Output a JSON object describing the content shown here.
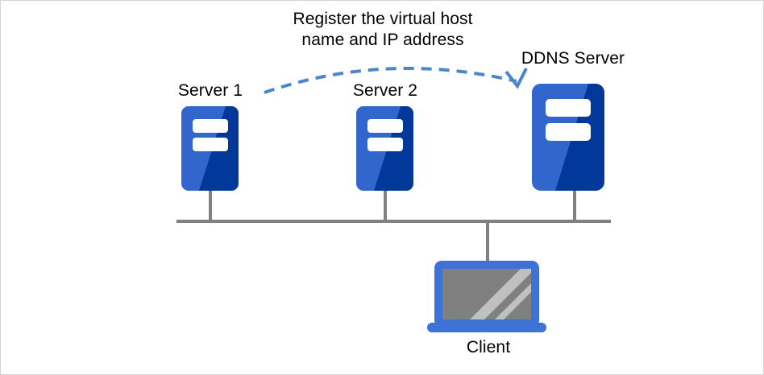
{
  "diagram": {
    "title": "DDNS virtual host registration network diagram",
    "background_color": "#ffffff",
    "border_color": "#d4d4d4",
    "annotation": {
      "line1": "Register the virtual host",
      "line2": "name and IP address",
      "text": "Register the virtual host\nname and IP address",
      "color": "#000000"
    },
    "arrow": {
      "name": "dashed-curved-arrow",
      "color": "#4a86c8",
      "style": "dashed",
      "direction": "left-to-right",
      "from": "Server 1",
      "to": "DDNS Server"
    },
    "bus": {
      "name": "network-bus-line",
      "color": "#808080"
    },
    "nodes": [
      {
        "id": "server-1",
        "label": "Server 1",
        "type": "server",
        "color_light": "#3366cc",
        "color_dark": "#03389b",
        "bar_color": "#ffffff"
      },
      {
        "id": "server-2",
        "label": "Server 2",
        "type": "server",
        "color_light": "#3366cc",
        "color_dark": "#03389b",
        "bar_color": "#ffffff"
      },
      {
        "id": "ddns-server",
        "label": "DDNS Server",
        "type": "server",
        "color_light": "#3366cc",
        "color_dark": "#03389b",
        "bar_color": "#ffffff"
      },
      {
        "id": "client",
        "label": "Client",
        "type": "laptop",
        "bezel_color": "#3e72d6",
        "screen_color": "#808080",
        "glare_color": "#c0c0c0"
      }
    ]
  }
}
